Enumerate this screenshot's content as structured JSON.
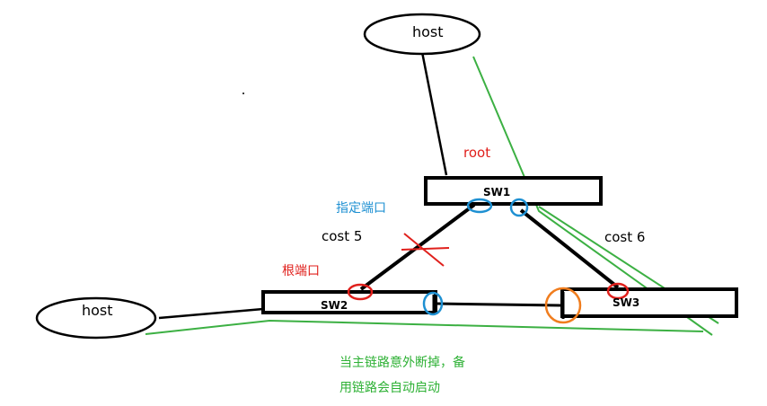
{
  "colors": {
    "link": "#000000",
    "backup_path": "#3cb043",
    "designated_port": "#1e90d2",
    "root_port": "#e0201c",
    "blocked_port": "#f07d1e",
    "link_failure": "#e0201c"
  },
  "hosts": [
    {
      "id": "host-top",
      "label": "host"
    },
    {
      "id": "host-left",
      "label": "host"
    }
  ],
  "switches": [
    {
      "id": "sw1",
      "label": "SW1"
    },
    {
      "id": "sw2",
      "label": "SW2"
    },
    {
      "id": "sw3",
      "label": "SW3"
    }
  ],
  "labels": {
    "root": "root",
    "designated_port": "指定端口",
    "root_port": "根端口",
    "cost_left": "cost 5",
    "cost_right": "cost 6"
  },
  "note": {
    "line1": "当主链路意外断掉，备",
    "line2": "用链路会自动启动"
  }
}
